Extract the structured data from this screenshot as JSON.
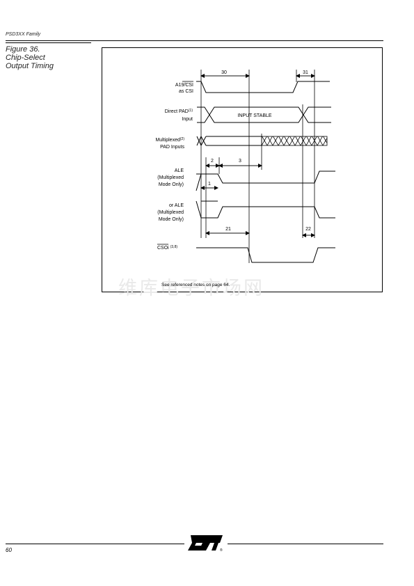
{
  "header": {
    "text": "PSD3XX Family"
  },
  "caption": {
    "lines": [
      "Figure 36.",
      "Chip-Select",
      "Output Timing"
    ]
  },
  "diagram": {
    "signals": {
      "a19": {
        "line1": "A19/",
        "overbar": "CSI",
        "line2": "as CSI"
      },
      "direct_pad": {
        "line1": "Direct PAD",
        "note": "(1)",
        "line2": "Input"
      },
      "mux_pad": {
        "line1": "Multiplexed",
        "note": "(2)",
        "line2": "PAD Inputs"
      },
      "ale": {
        "line1": "ALE",
        "line2": "(Multiplexed",
        "line3": "Mode Only)"
      },
      "or_ale": {
        "line1": "or ALE",
        "line2": "(Multiplexed",
        "line3": "Mode Only)"
      },
      "csoi": {
        "overbar": "CSOi",
        "note": "(3,8)"
      }
    },
    "input_stable_label": "INPUT STABLE",
    "timing_numbers": {
      "t30": "30",
      "t31": "31",
      "t2": "2",
      "t3": "3",
      "t1": "1",
      "t21": "21",
      "t22": "22"
    }
  },
  "watermark": "维库电子市场网",
  "figure_note": "See referenced notes on page 64.",
  "footer": {
    "page_number": "60",
    "logo": "ST"
  }
}
